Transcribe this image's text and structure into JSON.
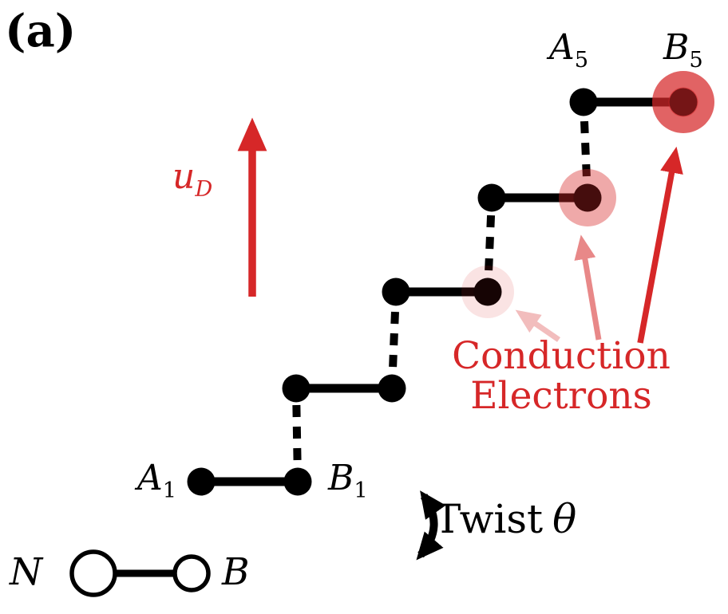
{
  "panel_label": "(a)",
  "labels": {
    "a1": {
      "base": "A",
      "sub": "1"
    },
    "b1": {
      "base": "B",
      "sub": "1"
    },
    "a5": {
      "base": "A",
      "sub": "5"
    },
    "b5": {
      "base": "B",
      "sub": "5"
    },
    "displacement": {
      "base": "u",
      "sub": "D"
    },
    "conduction_line1": "Conduction",
    "conduction_line2": "Electrons",
    "twist_word": "Twist",
    "twist_symbol": "θ",
    "legend_left": "N",
    "legend_right": "B"
  },
  "colors": {
    "accent_red": "#d62728",
    "site_black": "#000000",
    "background": "#ffffff"
  },
  "icons": {
    "displacement_arrow": "up-arrow",
    "conduction_arrows": "pointer-arrows",
    "twist_arrow": "curved-double-arrow"
  }
}
